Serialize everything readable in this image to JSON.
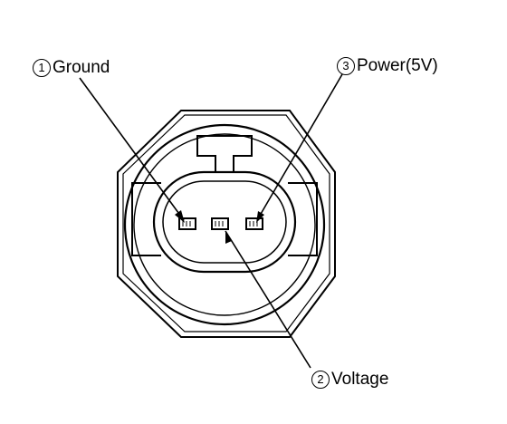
{
  "callouts": {
    "ground": {
      "number": "1",
      "label": "Ground"
    },
    "voltage": {
      "number": "2",
      "label": "Voltage"
    },
    "power": {
      "number": "3",
      "label": "Power(5V)"
    }
  },
  "colors": {
    "line": "#000000",
    "background": "#ffffff"
  }
}
